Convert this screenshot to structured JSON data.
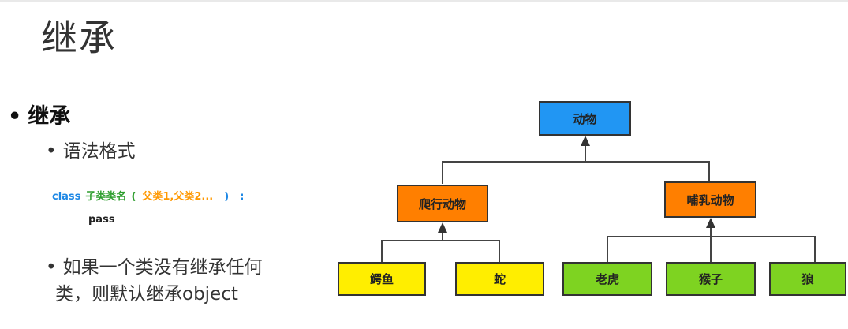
{
  "slide": {
    "title": "继承",
    "bullet_main": "继承",
    "bullet_syntax": "语法格式",
    "code": {
      "keyword": "class",
      "class_name": "子类类名",
      "paren_open": "(",
      "parents": "父类1,父类2...",
      "paren_close": ")",
      "colon": ":",
      "body": "pass"
    },
    "bullet_default_line1": "如果一个类没有继承任何",
    "bullet_default_line2": "类，则默认继承object"
  },
  "diagram": {
    "root": "动物",
    "reptile": "爬行动物",
    "mammal": "哺乳动物",
    "crocodile": "鳄鱼",
    "snake": "蛇",
    "tiger": "老虎",
    "monkey": "猴子",
    "wolf": "狼"
  },
  "colors": {
    "root": "#2196f3",
    "middle": "#ff7f00",
    "reptile_leaves": "#ffee00",
    "mammal_leaves": "#7ed321",
    "code_keyword": "#1e88e5",
    "code_classname": "#2e9e2e",
    "code_parents": "#ff9800"
  }
}
